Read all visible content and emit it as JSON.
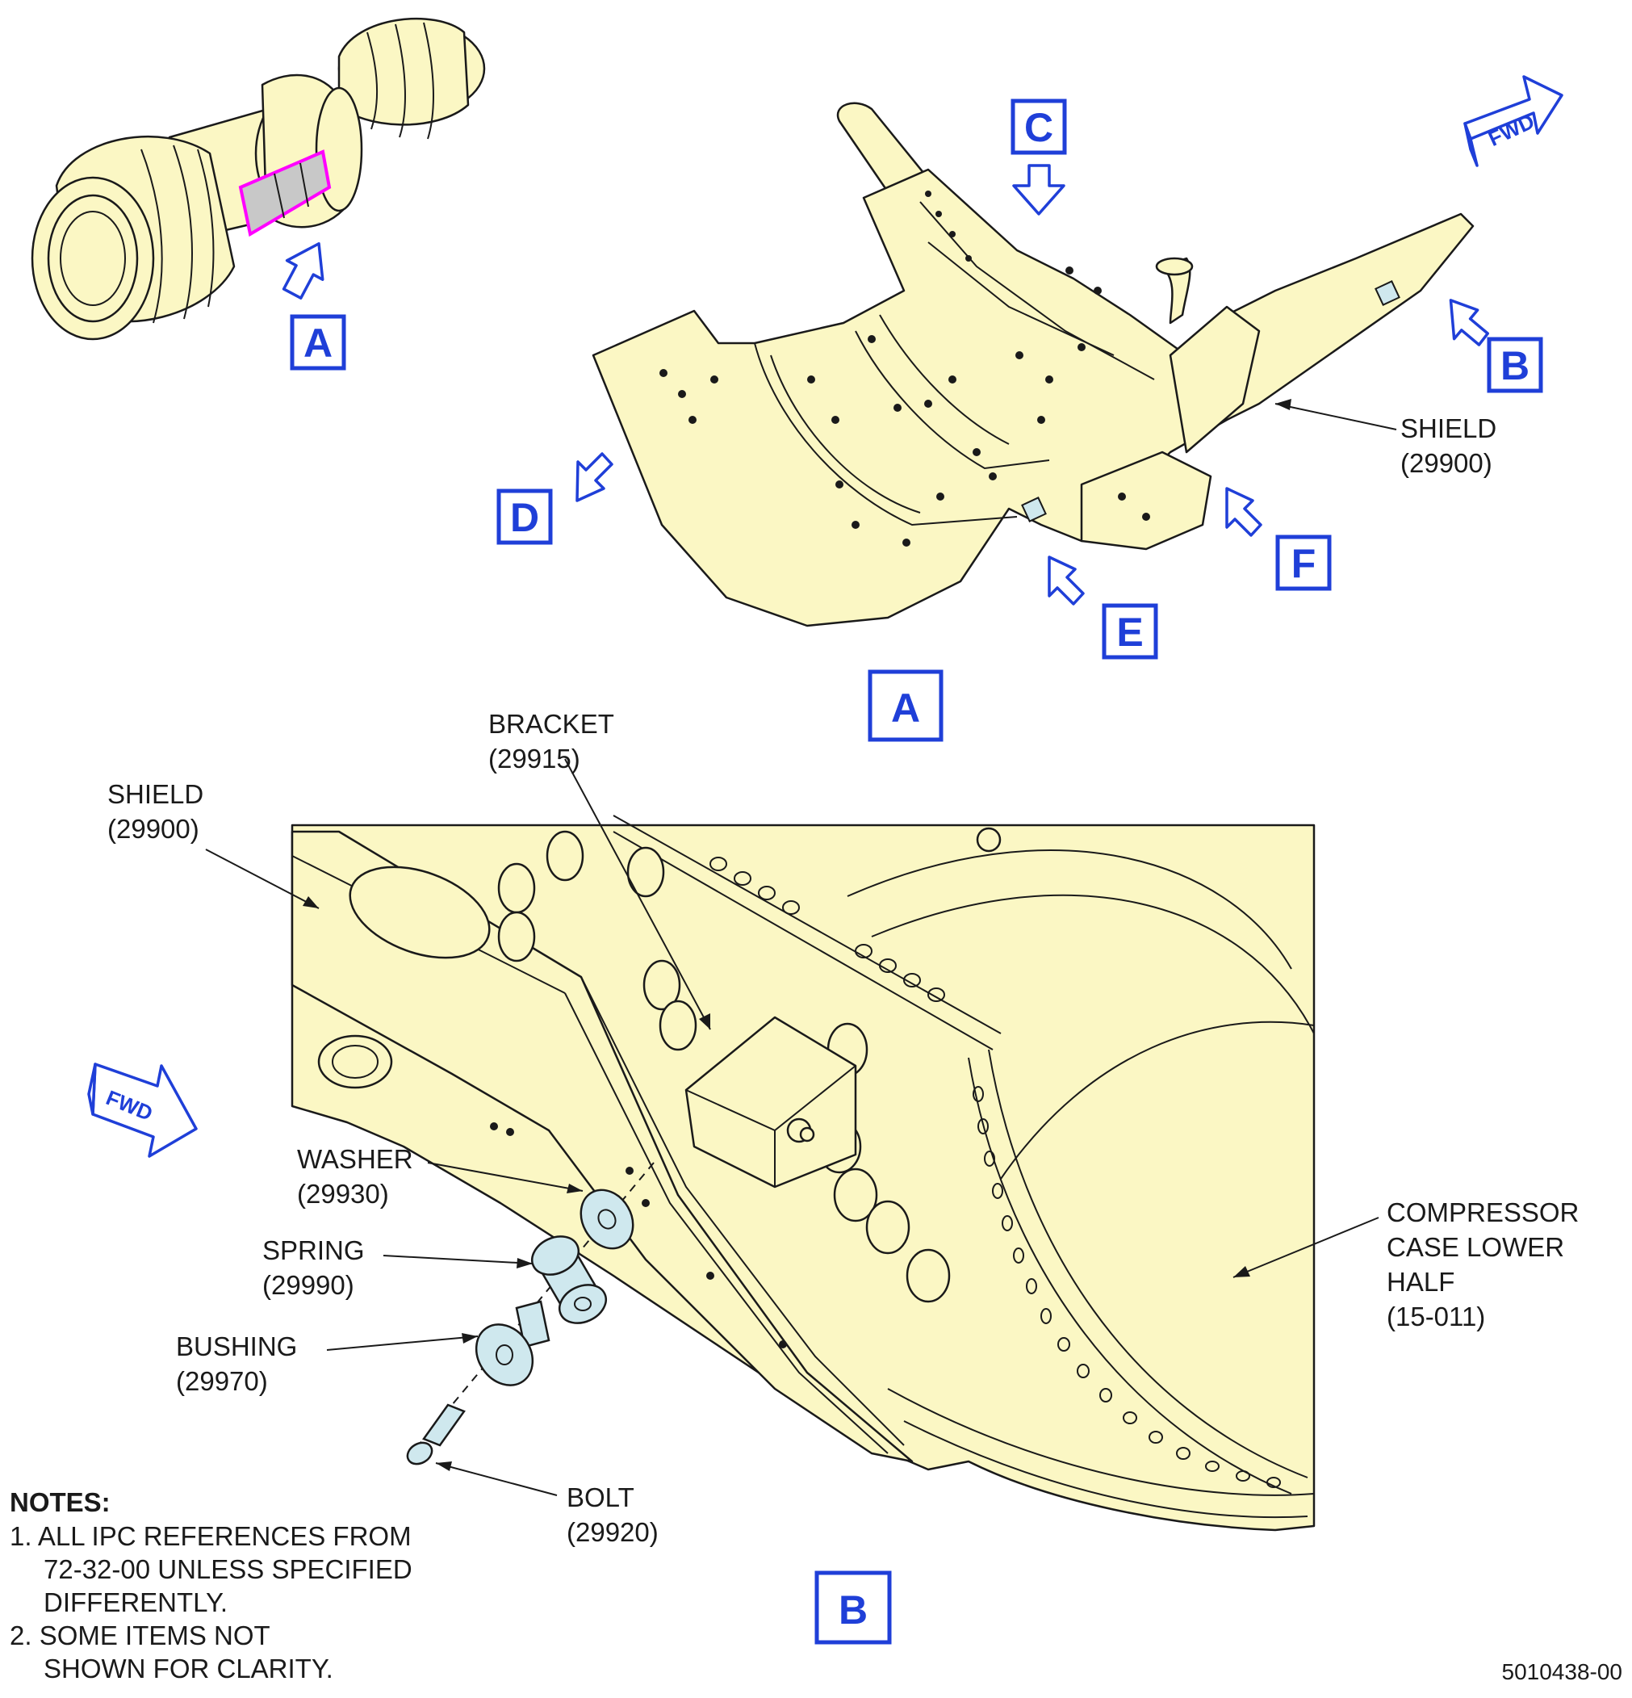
{
  "view_labels": {
    "top_a": "A",
    "c": "C",
    "b": "B",
    "d": "D",
    "e": "E",
    "f": "F",
    "view_a_title": "A",
    "view_b_title": "B"
  },
  "fwd_top": "FWD",
  "fwd_bottom": "FWD",
  "callouts_view_a": {
    "shield_name": "SHIELD",
    "shield_ref": "(29900)"
  },
  "callouts_view_b": {
    "bracket_name": "BRACKET",
    "bracket_ref": "(29915)",
    "shield_name": "SHIELD",
    "shield_ref": "(29900)",
    "washer_name": "WASHER",
    "washer_ref": "(29930)",
    "spring_name": "SPRING",
    "spring_ref": "(29990)",
    "bushing_name": "BUSHING",
    "bushing_ref": "(29970)",
    "bolt_name": "BOLT",
    "bolt_ref": "(29920)",
    "case_line1": "COMPRESSOR",
    "case_line2": "CASE LOWER",
    "case_line3": "HALF",
    "case_ref": "(15-011)"
  },
  "notes": {
    "heading": "NOTES:",
    "n1_line1": "1. ALL IPC REFERENCES FROM",
    "n1_line2": "72-32-00 UNLESS SPECIFIED",
    "n1_line3": "DIFFERENTLY.",
    "n2_line1": "2. SOME ITEMS NOT",
    "n2_line2": "SHOWN FOR CLARITY."
  },
  "figure_id": "5010438-00",
  "colors": {
    "part_fill": "#fbf7c4",
    "view_callout_blue": "#1f3fd8",
    "locator_highlight": "#ff00ff",
    "hardware_fill": "#cfe8ee"
  }
}
